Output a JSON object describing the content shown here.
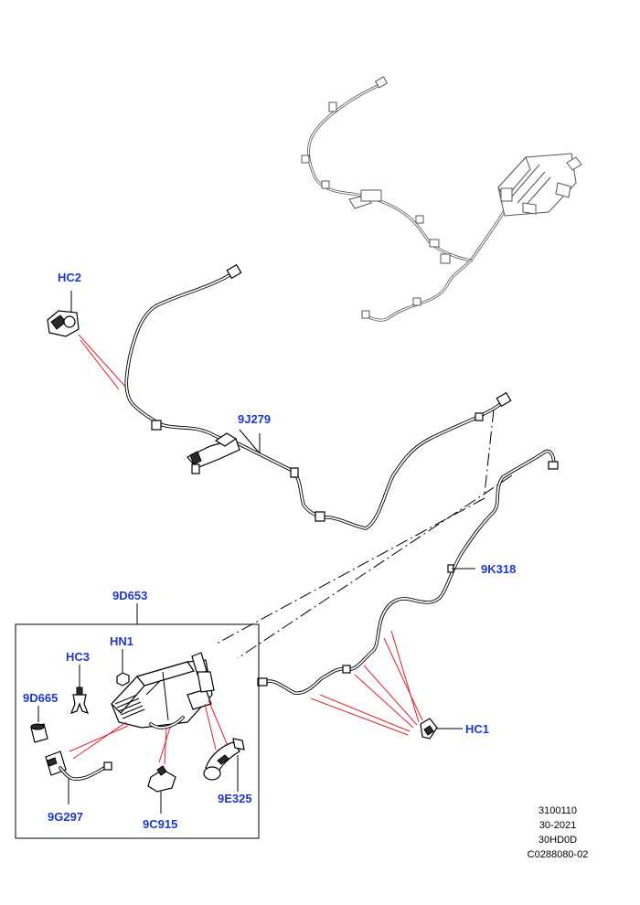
{
  "callouts": {
    "hc2": "HC2",
    "j279": "9J279",
    "k318": "9K318",
    "d653": "9D653",
    "hn1": "HN1",
    "hc3": "HC3",
    "d665": "9D665",
    "hc1": "HC1",
    "g297": "9G297",
    "c915": "9C915",
    "e325": "9E325"
  },
  "reference": {
    "line1": "3100110",
    "line2": "30-2021",
    "line3": "30HD0D",
    "line4": "C0288080-02"
  },
  "colors": {
    "callout_text": "#1d39c9",
    "leader_red": "#e0202a",
    "line": "#000000"
  }
}
